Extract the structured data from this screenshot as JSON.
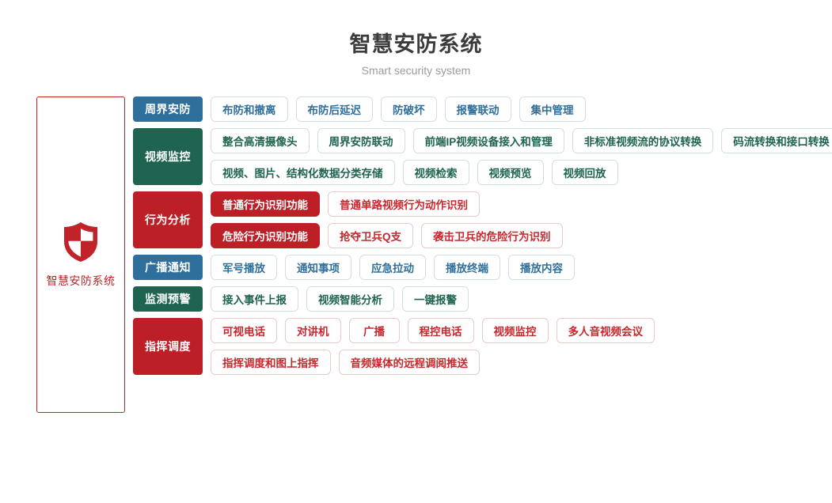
{
  "header": {
    "title": "智慧安防系统",
    "subtitle": "Smart security system"
  },
  "left_panel": {
    "icon": "shield-icon",
    "label": "智慧安防系统",
    "accent_color": "#c0232a"
  },
  "colors": {
    "blue": "#2f6f9b",
    "green": "#1e6450",
    "red": "#bc2026",
    "title": "#3b3b3b",
    "subtitle": "#9b9b9b"
  },
  "categories": [
    {
      "name": "周界安防",
      "theme": "blue",
      "lines": [
        [
          {
            "label": "布防和撤离",
            "style": "outline"
          },
          {
            "label": "布防后延迟",
            "style": "outline"
          },
          {
            "label": "防破坏",
            "style": "outline"
          },
          {
            "label": "报警联动",
            "style": "outline"
          },
          {
            "label": "集中管理",
            "style": "outline"
          }
        ]
      ]
    },
    {
      "name": "视频监控",
      "theme": "green",
      "lines": [
        [
          {
            "label": "整合高清摄像头",
            "style": "outline"
          },
          {
            "label": "周界安防联动",
            "style": "outline"
          },
          {
            "label": "前端IP视频设备接入和管理",
            "style": "outline"
          },
          {
            "label": "非标准视频流的协议转换",
            "style": "outline"
          },
          {
            "label": "码流转换和接口转换",
            "style": "outline"
          }
        ],
        [
          {
            "label": "视频、图片、结构化数据分类存储",
            "style": "outline"
          },
          {
            "label": "视频检索",
            "style": "outline"
          },
          {
            "label": "视频预览",
            "style": "outline"
          },
          {
            "label": "视频回放",
            "style": "outline"
          }
        ]
      ]
    },
    {
      "name": "行为分析",
      "theme": "red",
      "lines": [
        [
          {
            "label": "普通行为识别功能",
            "style": "solid"
          },
          {
            "label": "普通单路视频行为动作识别",
            "style": "outline"
          }
        ],
        [
          {
            "label": "危险行为识别功能",
            "style": "solid"
          },
          {
            "label": "抢夺卫兵Q支",
            "style": "outline"
          },
          {
            "label": "袭击卫兵的危险行为识别",
            "style": "outline"
          }
        ]
      ]
    },
    {
      "name": "广播通知",
      "theme": "blue",
      "lines": [
        [
          {
            "label": "军号播放",
            "style": "outline"
          },
          {
            "label": "通知事项",
            "style": "outline"
          },
          {
            "label": "应急拉动",
            "style": "outline"
          },
          {
            "label": "播放终端",
            "style": "outline"
          },
          {
            "label": "播放内容",
            "style": "outline"
          }
        ]
      ]
    },
    {
      "name": "监测预警",
      "theme": "green",
      "lines": [
        [
          {
            "label": "接入事件上报",
            "style": "outline"
          },
          {
            "label": "视频智能分析",
            "style": "outline"
          },
          {
            "label": "一键报警",
            "style": "outline"
          }
        ]
      ]
    },
    {
      "name": "指挥调度",
      "theme": "red",
      "lines": [
        [
          {
            "label": "可视电话",
            "style": "outline"
          },
          {
            "label": "对讲机",
            "style": "outline"
          },
          {
            "label": "广播",
            "style": "outline"
          },
          {
            "label": "程控电话",
            "style": "outline"
          },
          {
            "label": "视频监控",
            "style": "outline"
          },
          {
            "label": "多人音视频会议",
            "style": "outline"
          }
        ],
        [
          {
            "label": "指挥调度和图上指挥",
            "style": "outline"
          },
          {
            "label": "音频媒体的远程调阅推送",
            "style": "outline"
          }
        ]
      ]
    }
  ]
}
